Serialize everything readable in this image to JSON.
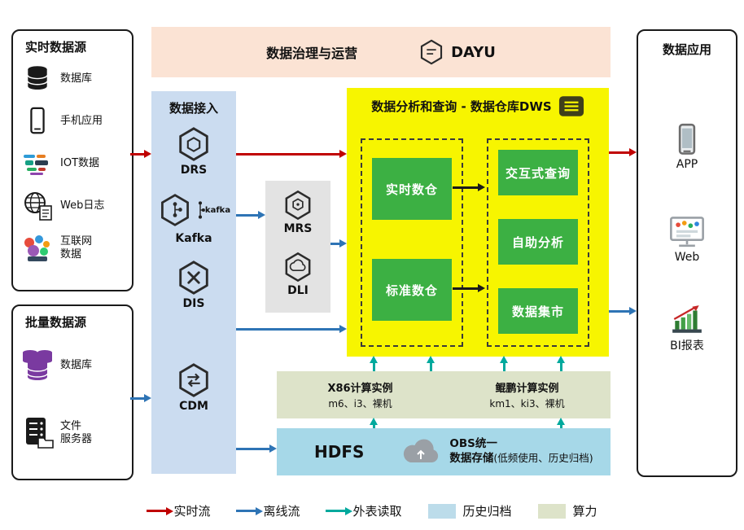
{
  "colors": {
    "realtime_flow": "#c00000",
    "offline_flow": "#2e74b5",
    "external_table_read": "#00a99d",
    "history_archive": "#bcdcea",
    "compute_power": "#dde3c9",
    "dws_highlight": "#f7f500",
    "warehouse_green": "#3cb043",
    "access_panel": "#cbdcf0",
    "governance_panel": "#fbe3d4",
    "middleware_panel": "#e3e3e3",
    "storage_panel": "#a6d8e8"
  },
  "realtime_sources": {
    "title": "实时数据源",
    "items": [
      {
        "label": "数据库",
        "icon": "database-icon"
      },
      {
        "label": "手机应用",
        "icon": "phone-icon"
      },
      {
        "label": "IOT数据",
        "icon": "iot-icon"
      },
      {
        "label": "Web日志",
        "icon": "globe-icon"
      },
      {
        "label": "互联网\n数据",
        "icon": "internet-icon"
      }
    ]
  },
  "batch_sources": {
    "title": "批量数据源",
    "items": [
      {
        "label": "数据库",
        "icon": "database-purple-icon"
      },
      {
        "label": "文件\n服务器",
        "icon": "file-server-icon"
      }
    ]
  },
  "governance": {
    "title": "数据治理与运营",
    "logo_label": "DAYU"
  },
  "data_access": {
    "title": "数据接入",
    "items": [
      {
        "label": "DRS"
      },
      {
        "label": "Kafka",
        "logo_text": "kafka"
      },
      {
        "label": "DIS"
      },
      {
        "label": "CDM"
      }
    ]
  },
  "middle_services": {
    "items": [
      {
        "label": "MRS"
      },
      {
        "label": "DLI"
      }
    ]
  },
  "dws": {
    "title": "数据分析和查询 - 数据仓库DWS",
    "warehouses": [
      {
        "label": "实时数仓"
      },
      {
        "label": "标准数仓"
      }
    ],
    "services": [
      {
        "label": "交互式查询"
      },
      {
        "label": "自助分析"
      },
      {
        "label": "数据集市"
      }
    ]
  },
  "compute": {
    "x86": {
      "title": "X86计算实例",
      "models": "m6、i3、裸机"
    },
    "kunpeng": {
      "title": "鲲鹏计算实例",
      "models": "km1、ki3、裸机"
    }
  },
  "storage": {
    "hdfs_label": "HDFS",
    "obs_line1": "OBS统一",
    "obs_line2": "数据存储",
    "obs_note": "(低频使用、历史归档)"
  },
  "applications": {
    "title": "数据应用",
    "items": [
      {
        "label": "APP",
        "icon": "phone-icon"
      },
      {
        "label": "Web",
        "icon": "monitor-icon"
      },
      {
        "label": "BI报表",
        "icon": "bar-chart-icon"
      }
    ]
  },
  "legend": {
    "items": [
      {
        "label": "实时流",
        "type": "arrow",
        "color": "#c00000"
      },
      {
        "label": "离线流",
        "type": "arrow",
        "color": "#2e74b5"
      },
      {
        "label": "外表读取",
        "type": "arrow",
        "color": "#00a99d"
      },
      {
        "label": "历史归档",
        "type": "swatch",
        "color": "#bcdcea"
      },
      {
        "label": "算力",
        "type": "swatch",
        "color": "#dde3c9"
      }
    ]
  }
}
